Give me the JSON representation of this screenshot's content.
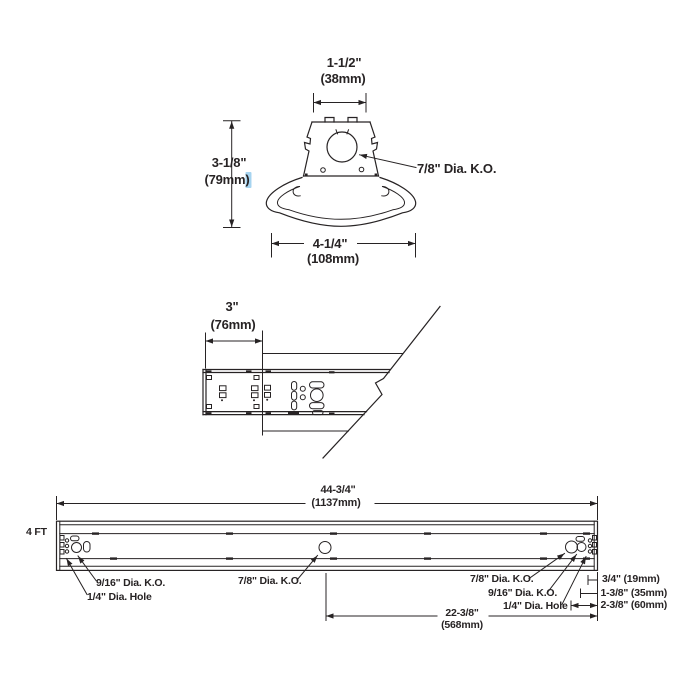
{
  "page": {
    "background": "#ffffff",
    "line_color": "#272324",
    "highlight_color": "#a6d4f0"
  },
  "cross_section": {
    "top_width_in": "1-1/2\"",
    "top_width_mm": "(38mm)",
    "height_in": "3-1/8\"",
    "height_mm_text": "(79mm",
    "height_mm_highlighted": ")",
    "bottom_width_in": "4-1/4\"",
    "bottom_width_mm": "(108mm)",
    "knockout_label": "7/8\" Dia. K.O."
  },
  "end_detail": {
    "depth_in": "3\"",
    "depth_mm": "(76mm)"
  },
  "side_view": {
    "size_label": "4 FT",
    "overall_length_in": "44-3/4\"",
    "overall_length_mm": "(1137mm)",
    "left_knockout_label": "9/16\" Dia. K.O.",
    "left_hole_label": "1/4\" Dia. Hole",
    "center_knockout_label": "7/8\" Dia. K.O.",
    "right_knockout_label_1": "7/8\" Dia. K.O.",
    "right_knockout_label_2": "9/16\" Dia. K.O.",
    "right_hole_label": "1/4\" Dia. Hole",
    "offset_1": "3/4\" (19mm)",
    "offset_2": "1-3/8\" (35mm)",
    "offset_3": "2-3/8\" (60mm)",
    "center_distance_in": "22-3/8\"",
    "center_distance_mm": "(568mm)"
  }
}
